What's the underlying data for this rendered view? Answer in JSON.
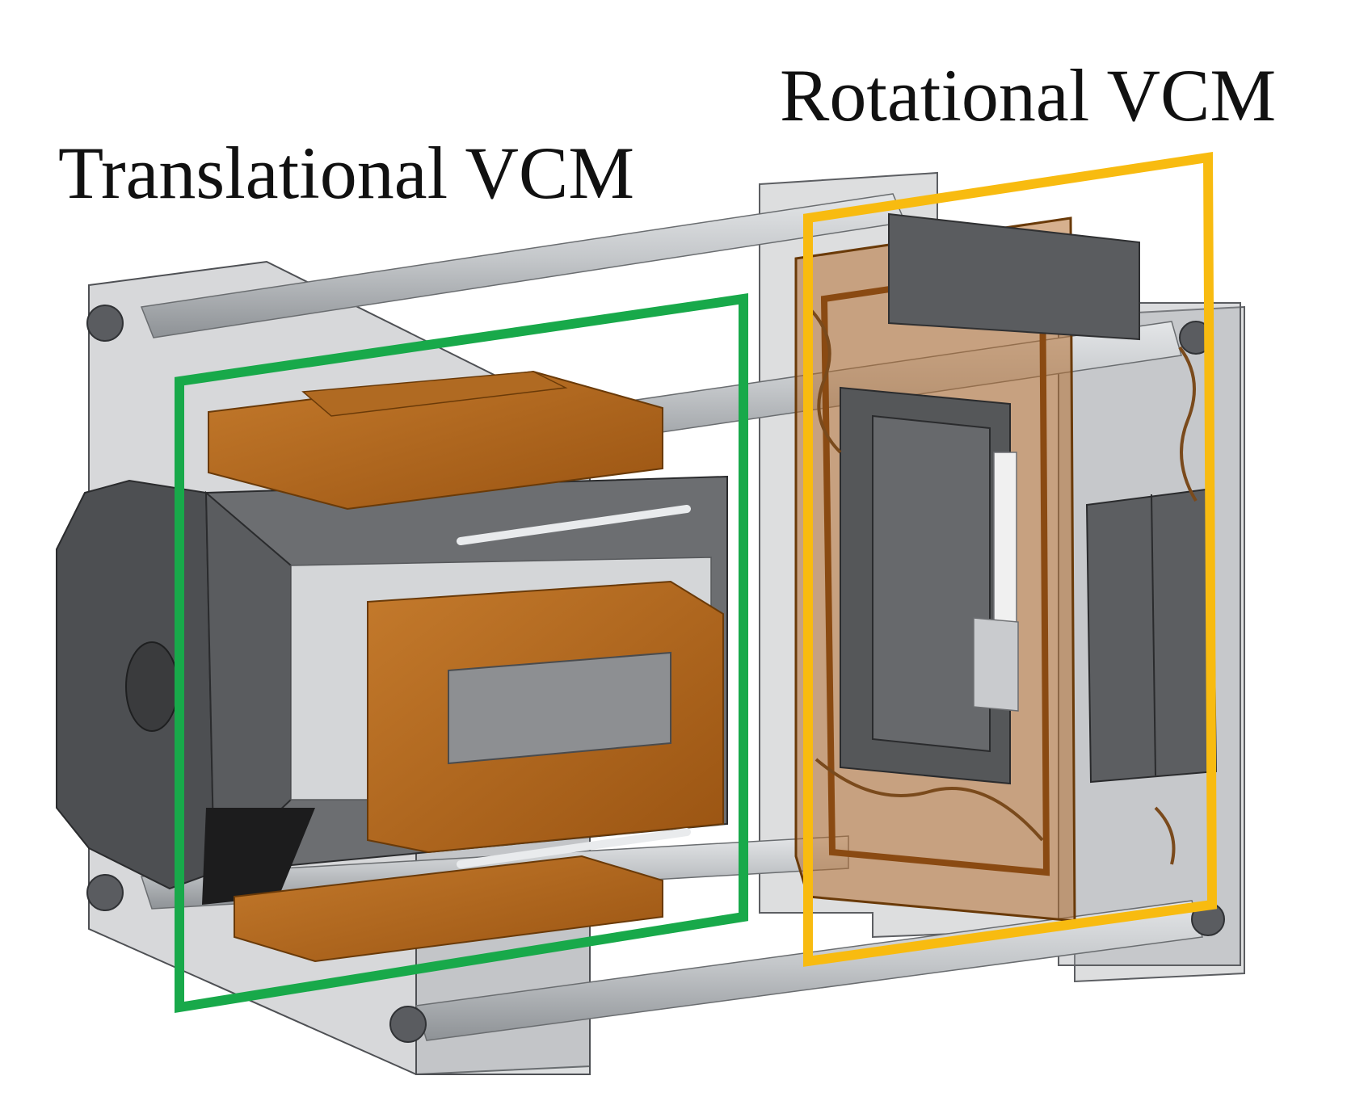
{
  "labels": {
    "translational": "Translational VCM",
    "rotational": "Rotational VCM"
  },
  "colors": {
    "translational_frame": "#18a94a",
    "rotational_frame": "#f8bb10",
    "copper_coil": "#b86a1c",
    "magnet_dark": "#545454",
    "housing_transparent": "#9ea0a4",
    "rod_metal": "#bfc3c7"
  },
  "components": [
    {
      "name": "translational-vcm",
      "highlight": "green"
    },
    {
      "name": "rotational-vcm",
      "highlight": "yellow"
    }
  ]
}
